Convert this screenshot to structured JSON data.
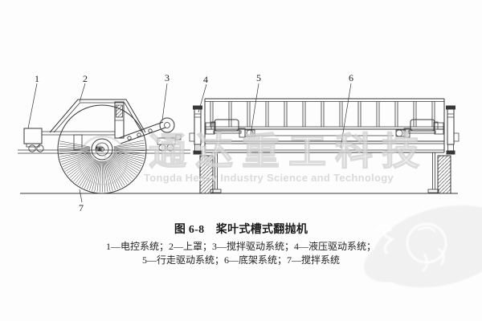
{
  "caption": "图 6-8　桨叶式槽式翻抛机",
  "legend": {
    "line1": "1—电控系统；2—上罩；3—搅拌驱动系统；4—液压驱动系统；",
    "line2": "5—行走驱动系统；6—底架系统；7—搅拌系统"
  },
  "callouts": {
    "c1": "1",
    "c2": "2",
    "c3": "3",
    "c4": "4",
    "c5": "5",
    "c6": "6",
    "c7": "7"
  },
  "watermark": {
    "cn": "通达重工科技",
    "en": "Tongda Heavy Industry Science and Technology"
  },
  "colors": {
    "line": "#383838",
    "watermark": "#c6c6c6",
    "stamp": "#f1f1f1"
  }
}
